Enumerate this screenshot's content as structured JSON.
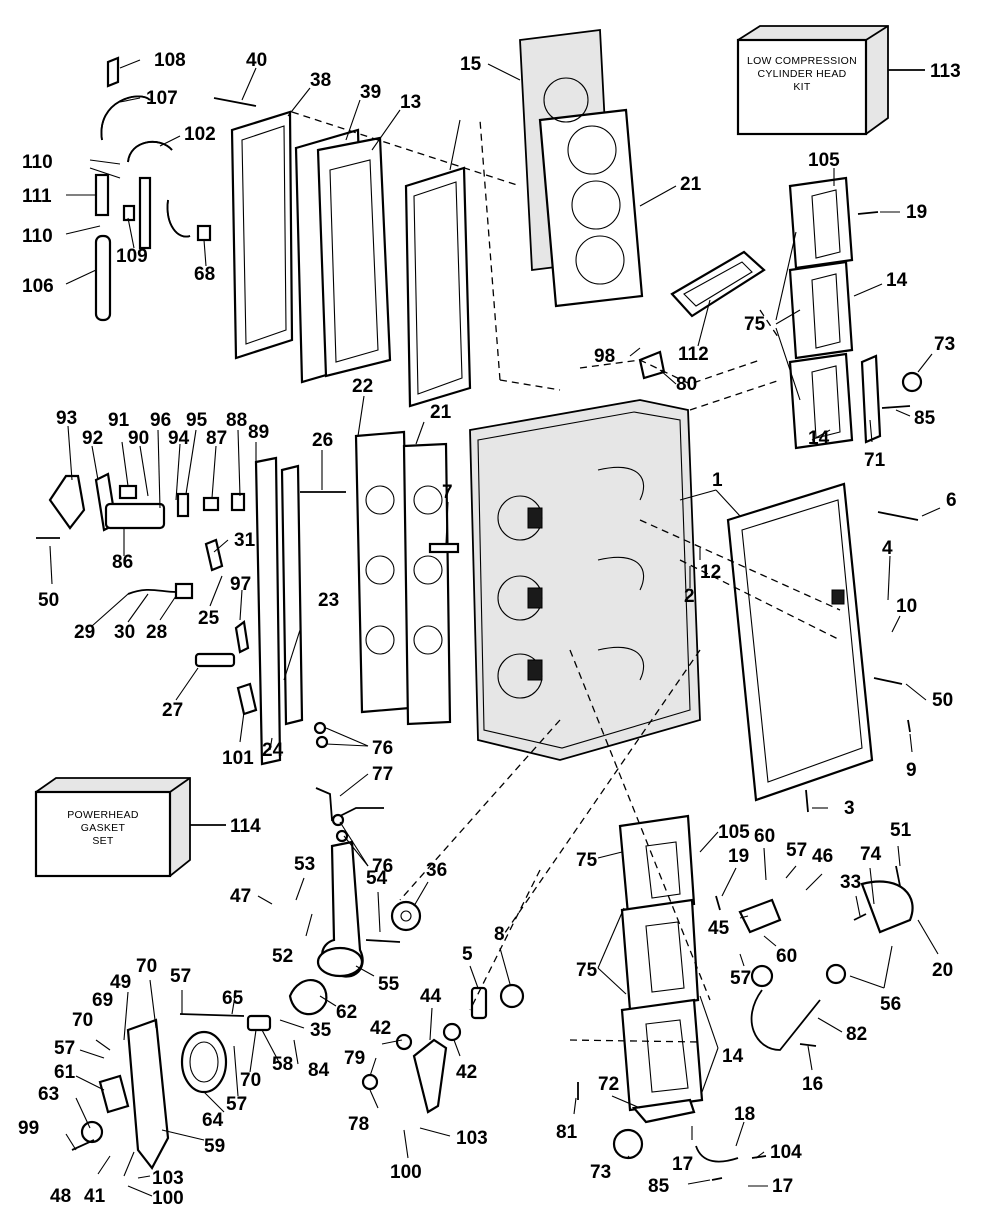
{
  "kits": {
    "low_compression_lines": [
      "LOW COMPRESSION",
      "CYLINDER HEAD",
      "KIT"
    ],
    "low_compression_ref": "113",
    "powerhead_lines": [
      "POWERHEAD",
      "GASKET",
      "SET"
    ],
    "powerhead_ref": "114"
  },
  "callouts": [
    "108",
    "107",
    "40",
    "38",
    "39",
    "13",
    "15",
    "102",
    "110",
    "111",
    "110",
    "109",
    "68",
    "106",
    "21",
    "19",
    "105",
    "14",
    "75",
    "112",
    "98",
    "80",
    "73",
    "85",
    "71",
    "14",
    "93",
    "91",
    "90",
    "96",
    "95",
    "88",
    "92",
    "94",
    "87",
    "89",
    "26",
    "22",
    "21",
    "7",
    "1",
    "6",
    "12",
    "2",
    "4",
    "10",
    "86",
    "50",
    "31",
    "25",
    "29",
    "30",
    "28",
    "97",
    "23",
    "27",
    "101",
    "24",
    "76",
    "77",
    "76",
    "50",
    "9",
    "3",
    "114",
    "53",
    "47",
    "54",
    "36",
    "52",
    "55",
    "62",
    "35",
    "65",
    "57",
    "70",
    "49",
    "69",
    "70",
    "57",
    "61",
    "63",
    "58",
    "70",
    "84",
    "64",
    "57",
    "59",
    "99",
    "48",
    "41",
    "103",
    "100",
    "42",
    "79",
    "78",
    "44",
    "42",
    "5",
    "8",
    "103",
    "100",
    "105",
    "75",
    "19",
    "60",
    "57",
    "46",
    "51",
    "74",
    "33",
    "45",
    "60",
    "57",
    "20",
    "56",
    "75",
    "14",
    "82",
    "16",
    "81",
    "72",
    "73",
    "17",
    "18",
    "104",
    "85",
    "17"
  ]
}
